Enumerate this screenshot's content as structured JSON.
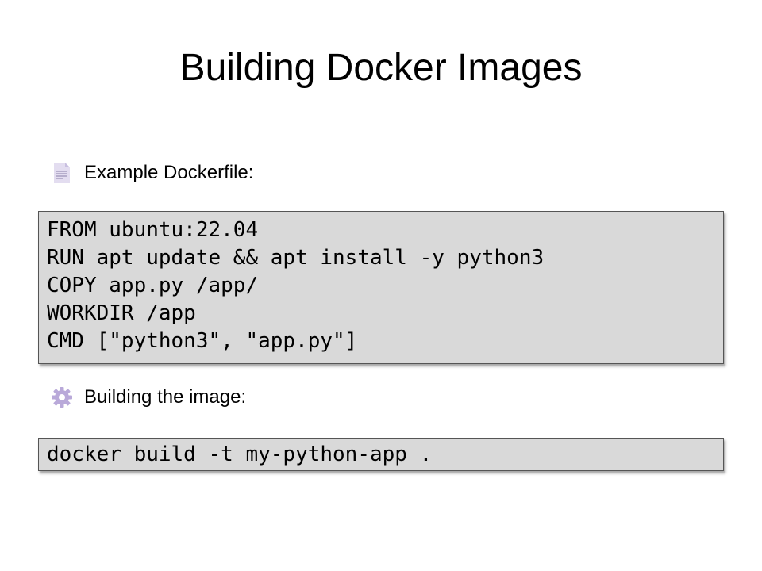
{
  "slide": {
    "title": "Building Docker Images",
    "bullets": [
      {
        "icon": "document-icon",
        "label": "Example Dockerfile:"
      },
      {
        "icon": "gear-icon",
        "label": "Building the image:"
      }
    ],
    "dockerfile_lines": [
      "FROM ubuntu:22.04",
      "RUN apt update && apt install -y python3",
      "COPY app.py /app/",
      "WORKDIR /app",
      "CMD [\"python3\", \"app.py\"]"
    ],
    "build_command": "docker build -t my-python-app ."
  }
}
